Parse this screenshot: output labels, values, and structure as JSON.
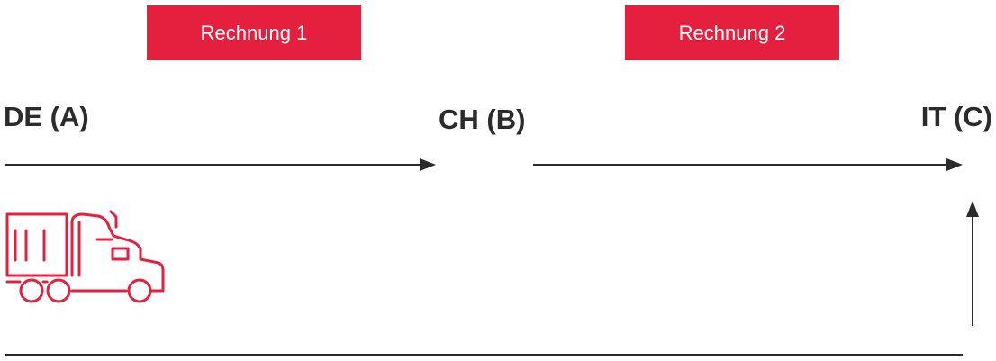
{
  "invoices": [
    {
      "label": "Rechnung 1"
    },
    {
      "label": "Rechnung 2"
    }
  ],
  "locations": {
    "a": "DE (A)",
    "b": "CH (B)",
    "c": "IT (C)"
  },
  "colors": {
    "accent": "#e5203f",
    "line": "#2b2b2b",
    "text": "#2b2b2b"
  },
  "icons": {
    "vehicle": "truck-icon"
  }
}
